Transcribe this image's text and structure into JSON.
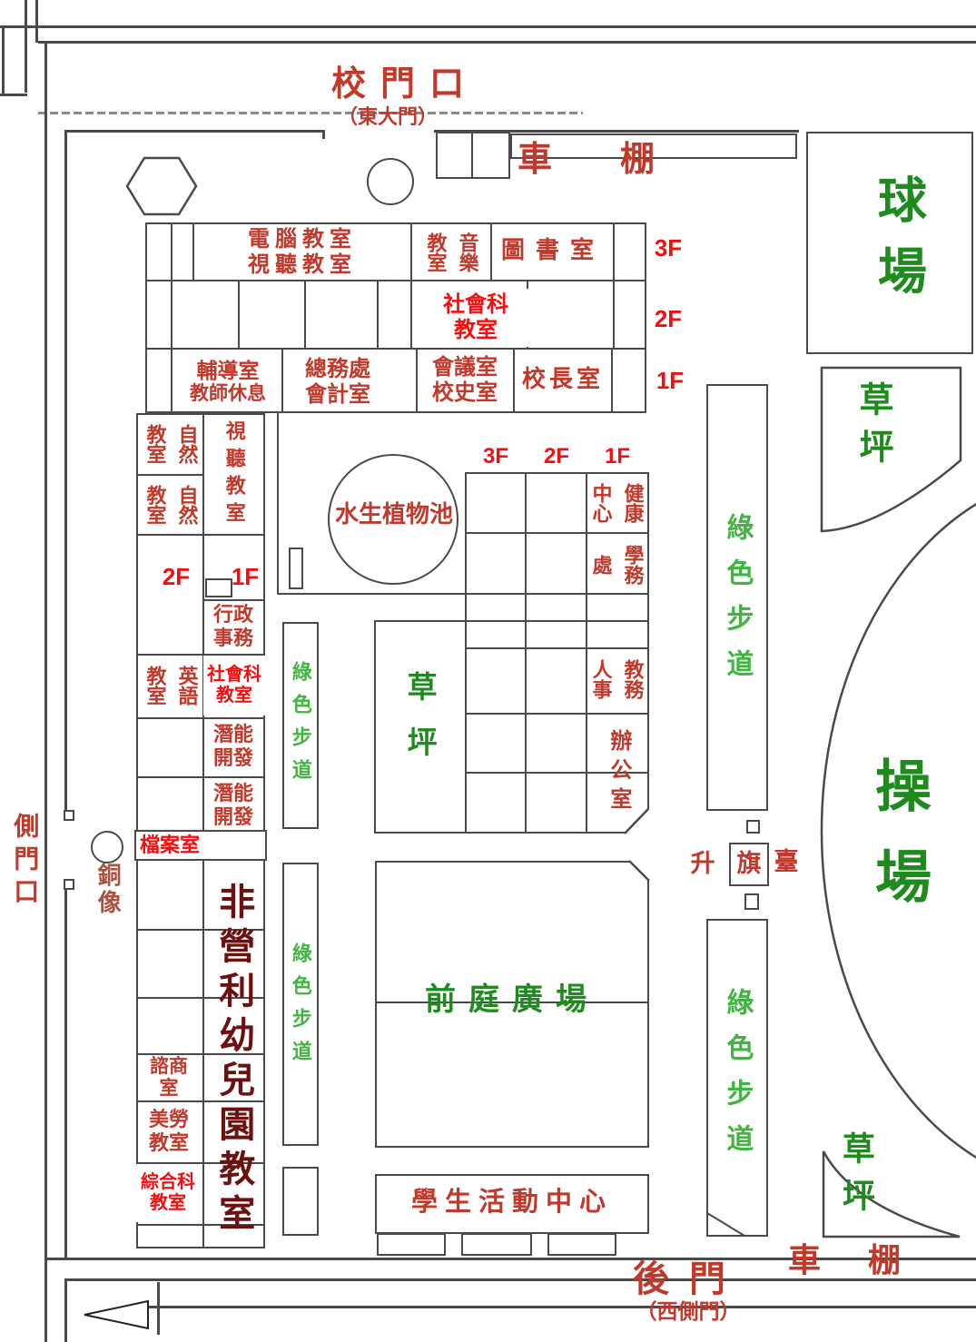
{
  "colors": {
    "room_red": "#c0392b",
    "bright_red": "#f70d0d",
    "dark_red": "#6d1110",
    "statue_brown": "#a8523f",
    "field_green": "#1f8b1f",
    "walk_green": "#41b441",
    "line": "#4a4a4a"
  },
  "labels": {
    "main_gate": "校門口",
    "main_gate_sub": "（東大門）",
    "back_gate": "後門",
    "back_gate_sub": "（西側門）",
    "side_gate": "側門口",
    "bike_shed": "車棚",
    "ball_field": "球場",
    "track_field": "操場",
    "lawn": "草坪",
    "green_walk": "綠色步道",
    "front_plaza": "前庭廣場",
    "pond": "水生植物池",
    "statue": "銅像",
    "f3": "3F",
    "f2": "2F",
    "f1": "1F",
    "computer_av_room": [
      "電腦教室",
      "視聽教室"
    ],
    "music_room": {
      "left": "教室",
      "right": "音樂"
    },
    "library": "圖書室",
    "social_room": [
      "社會科",
      "教室"
    ],
    "counsel_rest": [
      "輔導室",
      "教師休息"
    ],
    "general_affairs": [
      "總務處",
      "會計室"
    ],
    "meeting_history": [
      "會議室",
      "校史室"
    ],
    "principal": "校長室",
    "nature_room": {
      "left": "教室",
      "right": "自然"
    },
    "av_room": "視聽教室",
    "health_center": {
      "left": "中心",
      "right": "健康"
    },
    "student_affairs": {
      "left": "處",
      "right": "學務"
    },
    "admin_affairs": [
      "行政",
      "事務"
    ],
    "english_room": {
      "left": "教室",
      "right": "英語"
    },
    "potential_dev": [
      "潛能",
      "開發"
    ],
    "academic_personnel": {
      "left": "人事",
      "right": "教務"
    },
    "office": "辦公室",
    "archives": "檔案室",
    "kindergarten": "非營利幼兒園教室",
    "counseling_room": [
      "諮商",
      "室"
    ],
    "art_room": [
      "美勞",
      "教室"
    ],
    "integrated_room": [
      "綜合科",
      "教室"
    ],
    "flag_l": "升",
    "flag_m": "旗",
    "flag_r": "臺",
    "student_center": "學生活動中心"
  }
}
